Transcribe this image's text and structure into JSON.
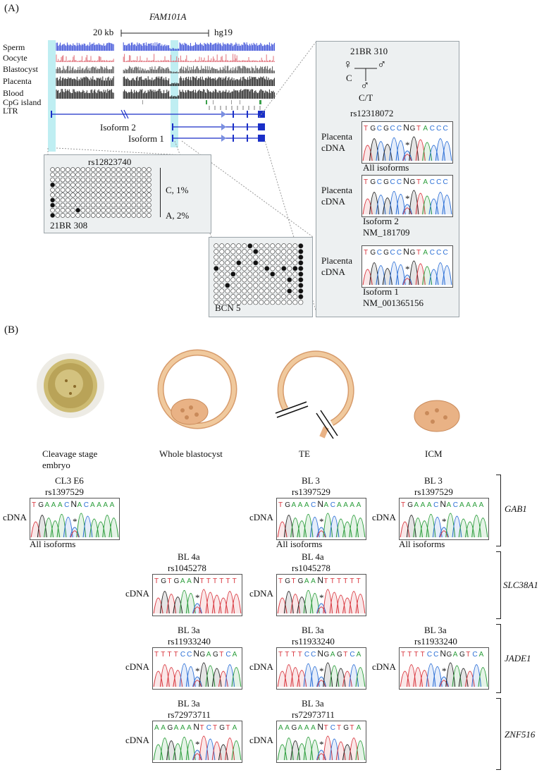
{
  "panel_a": {
    "label": "(A)",
    "gene_name": "FAM101A",
    "scale": "20 kb",
    "assembly": "hg19",
    "tracks": [
      "Sperm",
      "Oocyte",
      "Blastocyst",
      "Placenta",
      "Blood",
      "CpG island",
      "LTR"
    ],
    "isoform2": "Isoform 2",
    "isoform1": "Isoform 1",
    "box_left": {
      "snp": "rs12823740",
      "c_label": "C, 1%",
      "a_label": "A, 2%",
      "sample": "21BR 308"
    },
    "box_mid": {
      "sample": "BCN 5"
    },
    "box_right": {
      "sample": "21BR 310",
      "female": "♀",
      "male": "♂",
      "genotype_mother": "C",
      "genotype_child": "C/T",
      "snp": "rs12318072",
      "traces": [
        {
          "label1": "Placenta",
          "label2": "cDNA",
          "seq": "TGCGCCNGTACCC",
          "cap1": "All isoforms",
          "cap2": ""
        },
        {
          "label1": "Placenta",
          "label2": "cDNA",
          "seq": "TGCGCCNGTACCC",
          "cap1": "Isoform 2",
          "cap2": "NM_181709"
        },
        {
          "label1": "Placenta",
          "label2": "cDNA",
          "seq": "TGCGCCNGTACCC",
          "cap1": "Isoform 1",
          "cap2": "NM_001365156"
        }
      ]
    }
  },
  "panel_b": {
    "label": "(B)",
    "stages": [
      "Cleavage stage\nembryo",
      "Whole blastocyst",
      "TE",
      "ICM"
    ],
    "stage1_line1": "Cleavage stage",
    "stage1_line2": "embryo",
    "genes": [
      "GAB1",
      "SLC38A1",
      "JADE1",
      "ZNF516"
    ],
    "cdna": "cDNA",
    "asterisk": "*",
    "gab1": [
      {
        "sample": "CL3 E6",
        "snp": "rs1397529",
        "seq": "TGAAACNACAAAA",
        "cap": "All isoforms"
      },
      {
        "sample": "BL 3",
        "snp": "rs1397529",
        "seq": "TGAAACNACAAAA",
        "cap": "All isoforms"
      },
      {
        "sample": "BL 3",
        "snp": "rs1397529",
        "seq": "TGAAACNACAAAA",
        "cap": "All isoforms"
      }
    ],
    "slc": [
      {
        "sample": "BL 4a",
        "snp": "rs1045278",
        "seq": "TGTGAANTTTTTT"
      },
      {
        "sample": "BL 4a",
        "snp": "rs1045278",
        "seq": "TGTGAANTTTTTT"
      }
    ],
    "jade": [
      {
        "sample": "BL 3a",
        "snp": "rs11933240",
        "seq": "TTTTCCNGAGTCA"
      },
      {
        "sample": "BL 3a",
        "snp": "rs11933240",
        "seq": "TTTTCCNGAGTCA"
      },
      {
        "sample": "BL 3a",
        "snp": "rs11933240",
        "seq": "TTTTCCNGAGTCA"
      }
    ],
    "znf": [
      {
        "sample": "BL 3a",
        "snp": "rs72973711",
        "seq": "AAGAAANTCTGTA"
      },
      {
        "sample": "BL 3a",
        "snp": "rs72973711",
        "seq": "AAGAAANTCTGTA"
      }
    ]
  },
  "colors": {
    "A": "#2a9d3a",
    "C": "#2b6fd6",
    "G": "#222222",
    "T": "#d9363e",
    "N": "#222222",
    "panel_bg": "#edf0f1",
    "highlight": "#bfeef2"
  }
}
